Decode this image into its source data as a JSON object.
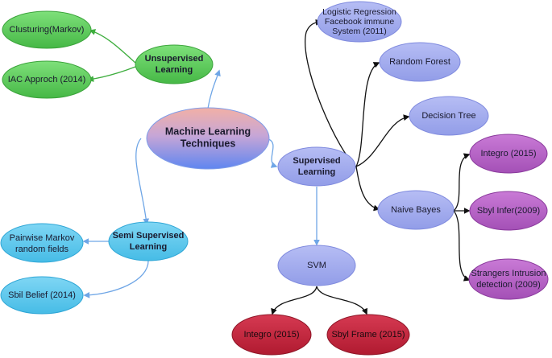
{
  "diagram": {
    "root": "Machine Learning Techniques",
    "nodes": {
      "root": [
        "Machine Learning",
        "Techniques"
      ],
      "unsupervised": [
        "Unsupervised",
        "Learning"
      ],
      "supervised": [
        "Supervised",
        "Learning"
      ],
      "semi": [
        "Semi Supervised",
        "Learning"
      ],
      "clustering": [
        "Clusturing(Markov)"
      ],
      "iac": [
        "IAC Approch  (2014)"
      ],
      "pairwise": [
        "Pairwise Markov",
        "random fields"
      ],
      "sbil": [
        "Sbil Belief (2014)"
      ],
      "logistic": [
        "Logistic Regression",
        "Facebook immune",
        "System (2011)"
      ],
      "random_forest": [
        "Random Forest"
      ],
      "decision_tree": [
        "Decision Tree"
      ],
      "naive_bayes": [
        "Naive Bayes"
      ],
      "svm": [
        "SVM"
      ],
      "integro_nb": [
        "Integro (2015)"
      ],
      "sbyl_infer": [
        "Sbyl Infer(2009)"
      ],
      "strangers": [
        "Strangers Intrusion",
        "detection (2009)"
      ],
      "integro_svm": [
        "Integro (2015)"
      ],
      "sbyl_frame": [
        "Sbyl Frame (2015)"
      ]
    },
    "colors": {
      "green": "#5dcc5d",
      "cyan": "#5cc8ec",
      "periwinkle": "#a0aaee",
      "purple": "#b964c8",
      "crimson": "#c6223b",
      "root_top": "#f2b0a6",
      "root_bottom": "#6a8ef0",
      "edge_dark": "#111111",
      "edge_blue": "#6fa6e6",
      "edge_green": "#3fae3f"
    }
  }
}
